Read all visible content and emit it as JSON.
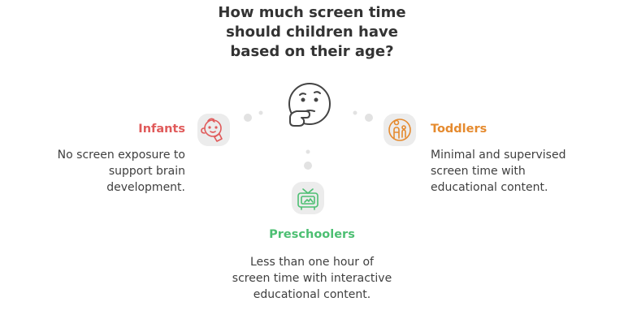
{
  "title": {
    "lines": [
      "How much screen time",
      "should children have",
      "based on their age?"
    ]
  },
  "colors": {
    "infants": "#e05a5a",
    "toddlers": "#e58a2e",
    "preschoolers": "#4cbf72",
    "icon_bg": "#ececec",
    "dot": "#e2e2e2"
  },
  "infants": {
    "label": "Infants",
    "desc_lines": [
      "No screen exposure to",
      "support brain",
      "development."
    ],
    "icon": "baby-icon"
  },
  "toddlers": {
    "label": "Toddlers",
    "desc_lines": [
      "Minimal and supervised",
      "screen time with",
      "educational content."
    ],
    "icon": "parent-child-icon"
  },
  "preschoolers": {
    "label": "Preschoolers",
    "desc_lines": [
      "Less than one hour of",
      "screen time with interactive",
      "educational content."
    ],
    "icon": "tv-icon"
  },
  "center": {
    "icon": "thinking-face-icon"
  }
}
